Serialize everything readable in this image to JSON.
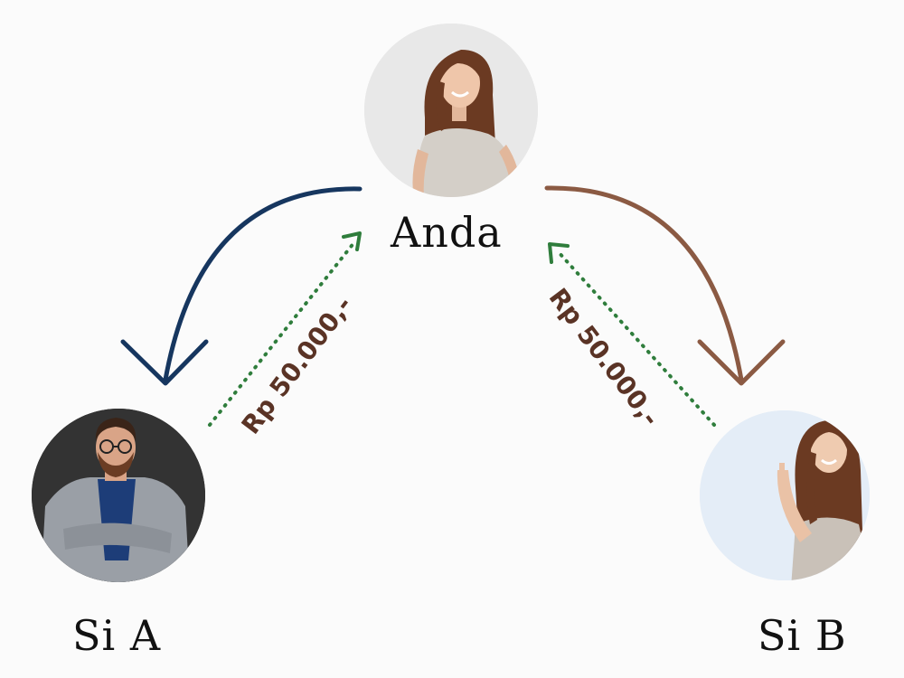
{
  "people": {
    "you": {
      "name": "Anda",
      "avatar": "woman-smiling-avatar"
    },
    "a": {
      "name": "Si A",
      "avatar": "man-glasses-avatar"
    },
    "b": {
      "name": "Si B",
      "avatar": "woman-pointing-avatar"
    }
  },
  "transfers": {
    "a_to_you": {
      "amount": "Rp 50.000,-"
    },
    "b_to_you": {
      "amount": "Rp 50.000,-"
    }
  },
  "colors": {
    "arrow_a": "#16365f",
    "arrow_b": "#8b5a43",
    "dotted": "#2f7d3c",
    "amount_text": "#5a3325"
  }
}
